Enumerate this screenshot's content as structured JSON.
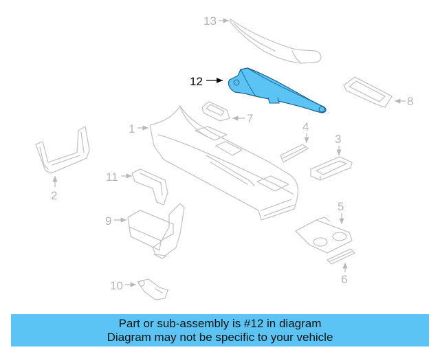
{
  "colors": {
    "highlight": "#5bc4f5",
    "highlight_stroke": "#1a5f8a",
    "part_line": "#c4c4c4",
    "callout_inactive": "#b5b5b5",
    "callout_active": "#000000",
    "banner_bg": "#5bc4f5"
  },
  "callouts": {
    "c1": "1",
    "c2": "2",
    "c3": "3",
    "c4": "4",
    "c5": "5",
    "c6": "6",
    "c7": "7",
    "c8": "8",
    "c9": "9",
    "c10": "10",
    "c11": "11",
    "c12": "12",
    "c13": "13"
  },
  "highlighted_part": "12",
  "banner": {
    "line1": "Part or sub-assembly is #12 in diagram",
    "line2": "Diagram may not be specific to your vehicle"
  }
}
